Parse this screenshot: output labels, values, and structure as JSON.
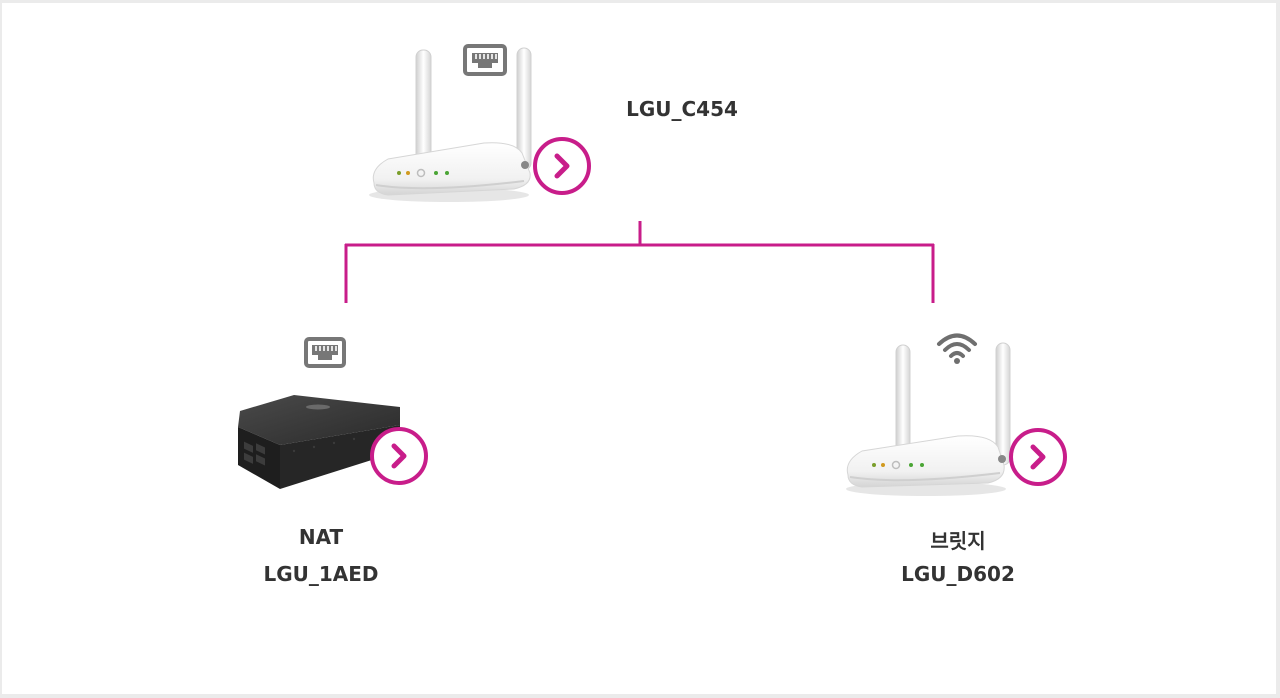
{
  "colors": {
    "accent": "#c81d8a",
    "background": "#ffffff",
    "text": "#333333"
  },
  "main_router": {
    "name": "LGU_C454",
    "connection_icon": "ethernet-icon",
    "detail_button_icon": "chevron-right-icon"
  },
  "children": [
    {
      "mode": "NAT",
      "name": "LGU_1AED",
      "connection_icon": "ethernet-icon",
      "device_type": "switch-hub",
      "detail_button_icon": "chevron-right-icon"
    },
    {
      "mode": "브릿지",
      "name": "LGU_D602",
      "connection_icon": "wifi-icon",
      "device_type": "wifi-router",
      "detail_button_icon": "chevron-right-icon"
    }
  ]
}
